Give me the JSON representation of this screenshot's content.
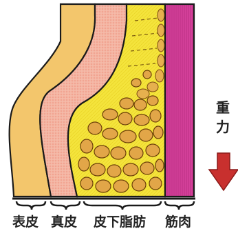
{
  "labels": {
    "epidermis": "表皮",
    "dermis": "真皮",
    "subcutaneous_fat": "皮下脂肪",
    "muscle": "筋肉"
  },
  "gravity": {
    "char1": "重",
    "char2": "力"
  },
  "colors": {
    "epidermis": "#f2c56a",
    "dermis": "#f2a898",
    "fat": "#f5e83a",
    "fat_cell": "#e0a84a",
    "muscle": "#d23c8e",
    "arrow": "#c8302e",
    "outline": "#1a1a1a"
  },
  "icons": {
    "gravity_arrow": "down-arrow-icon"
  }
}
